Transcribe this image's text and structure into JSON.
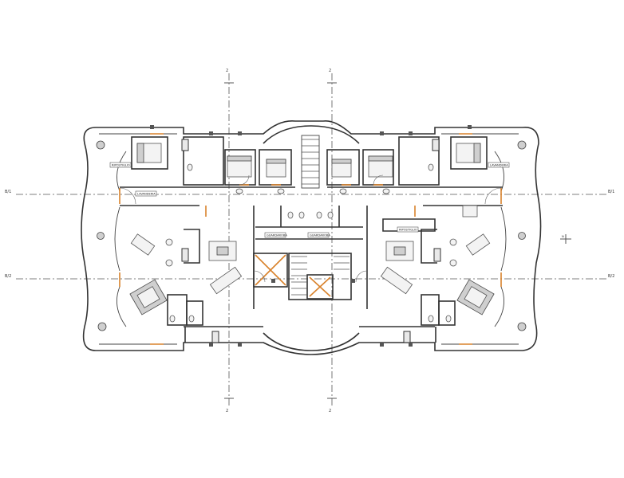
{
  "drawing": {
    "room_labels": {
      "ripostiglio_left": "RIPOSTIGLIO",
      "lavanderia_right": "LAVANDERIA",
      "lavanderia_left": "LAVANDERIA",
      "ripostiglio_right": "RIPOSTIGLIO",
      "guardaroba_left": "GUARDAROBA",
      "guardaroba_right": "GUARDAROBA"
    },
    "axis_labels": {
      "top_left": "2",
      "top_right": "2",
      "bottom_left": "2",
      "bottom_right": "2",
      "left_upper": "B/1",
      "left_lower": "B/2",
      "right_upper": "B/1",
      "right_lower": "B/2"
    },
    "north_marker": "N",
    "colors": {
      "walls": "#333333",
      "doors": "#d9822b",
      "background": "#ffffff"
    }
  }
}
